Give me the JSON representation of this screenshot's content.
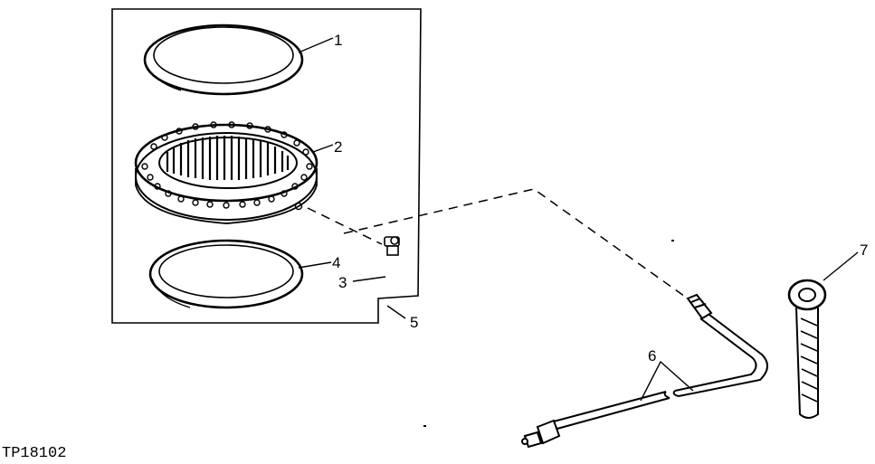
{
  "figure_id": "TP18102",
  "callouts": {
    "c1": "1",
    "c2": "2",
    "c3": "3",
    "c4": "4",
    "c5": "5",
    "c6": "6",
    "c7": "7"
  },
  "colors": {
    "line": "#000000",
    "background": "#ffffff"
  }
}
